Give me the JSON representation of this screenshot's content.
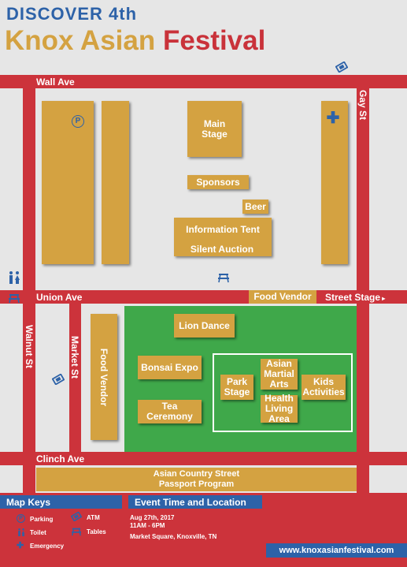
{
  "header": {
    "line1": "DISCOVER 4th",
    "line2a": "Knox Asian",
    "line2b": "Festival"
  },
  "streets": {
    "wall": "Wall Ave",
    "gay": "Gay St",
    "union": "Union Ave",
    "walnut": "Walnut St",
    "market": "Market St",
    "clinch": "Clinch Ave",
    "street_stage": "Street Stage"
  },
  "venues": {
    "main_stage": "Main Stage",
    "sponsors": "Sponsors",
    "beer": "Beer",
    "info_tent": "Information Tent",
    "silent_auction": "Silent Auction",
    "food_vendor_top": "Food Vendor",
    "food_vendor_side": "Food Vendor",
    "lion_dance": "Lion Dance",
    "bonsai": "Bonsai Expo",
    "tea": "Tea Ceremony",
    "park_stage": "Park Stage",
    "martial_arts": "Asian Martial Arts",
    "health": "Health Living Area",
    "kids": "Kids Activities",
    "passport": "Asian Country Street Passport Program"
  },
  "icons": {
    "parking": "parking-icon",
    "emergency": "emergency-icon",
    "toilet": "toilet-icon",
    "tables": "tables-icon",
    "atm": "atm-icon"
  },
  "map_keys": {
    "title": "Map Keys",
    "parking": "Parking",
    "atm": "ATM",
    "toilet": "Toilet",
    "tables": "Tables",
    "emergency": "Emergency"
  },
  "event": {
    "title": "Event Time and Location",
    "date": "Aug 27th, 2017",
    "time": "11AM - 6PM",
    "location": "Market Square, Knoxville, TN",
    "url": "www.knoxasianfestival.com"
  },
  "colors": {
    "road": "#cc333b",
    "building": "#d4a241",
    "park": "#3fa84a",
    "accent_blue": "#2d62a8",
    "background": "#e6e6e6"
  }
}
